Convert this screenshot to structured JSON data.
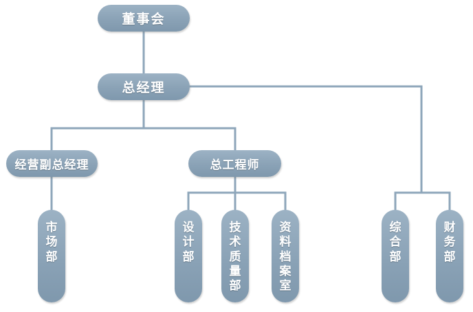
{
  "nodes": {
    "board": "董事会",
    "general_manager": "总经理",
    "deputy_gm": "经营副总经理",
    "chief_engineer": "总工程师",
    "market_dept": "市场部",
    "design_dept": "设计部",
    "tech_quality_dept": "技术质量部",
    "archive_room": "资料档案室",
    "general_dept": "综合部",
    "finance_dept": "财务部"
  },
  "colors": {
    "node_fill": "#8ea6ba",
    "connector": "#8ea6ba",
    "text": "#ffffff"
  }
}
